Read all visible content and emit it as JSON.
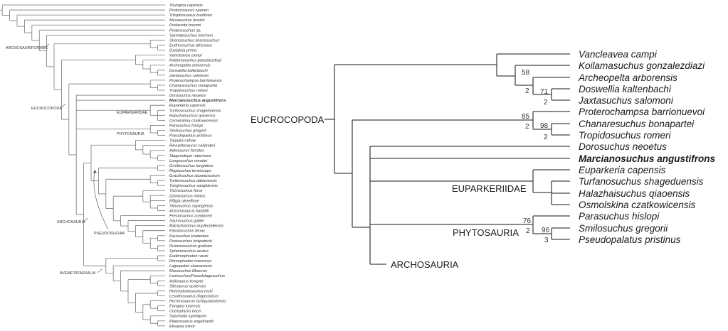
{
  "left": {
    "tree": [
      "Youngina capensis",
      [
        "Protorosaurus speneri",
        [
          "Trilophosaurus buettneri",
          [
            "Mesosuchus browni",
            [
              "Prolacerta broomi",
              [
                "Proterosuchus sp.",
                [
                  "Sarmatosuchus otschevi",
                  [
                    [
                      "Shansisuchus shansisuchus",
                      [
                        "Erythrosuchus africanus",
                        "Garjainia prima"
                      ]
                    ],
                    [
                      [
                        "Vancleavea campi",
                        [
                          "Koilamasuchus gonzalezdiazi",
                          [
                            "Archeopelta arborensis",
                            [
                              "Doswellia kaltenbachi",
                              "Jaxtasuchus salomoni"
                            ]
                          ]
                        ]
                      ],
                      [
                        [
                          "Proterochampsa barrionuevoi",
                          [
                            "Chanaresuchus bonapartei",
                            "Tropidosuchus romeri"
                          ]
                        ],
                        [
                          "Dorosuchus neoetus",
                          "Marcianosuchus angustifrons",
                          [
                            "Euparkeria capensis",
                            [
                              "Turfanosuchus shageduensis",
                              "Halazhaisuchus qiaoensis",
                              "Osmolskina czatkowicensis"
                            ]
                          ],
                          [
                            "Parasuchus hislopi",
                            [
                              "Smilosuchus gregorii",
                              "Pseudopalatus pristinus"
                            ]
                          ],
                          [
                            [
                              [
                                "Tarjadia ruthae",
                                [
                                  "Revueltosaurus callenderi",
                                  [
                                    "Aetosaurus ferratus",
                                    [
                                      "Stagonolepis robertsoni",
                                      "Longosuchus meadei"
                                    ]
                                  ]
                                ]
                              ],
                              [
                                [
                                  "Ornithosuchus longidens",
                                  "Riojasuchus tenuisceps"
                                ],
                                [
                                  [
                                    "Gracilisuchus stipanicicorum",
                                    [
                                      "Turfanosuchus dabanensis",
                                      "Yonghesuchus sangbiensis"
                                    ]
                                  ],
                                  [
                                    [
                                      "Ticinosuchus ferox",
                                      [
                                        "Qianosuchus mixtus",
                                        "Effigia okeeffeae",
                                        [
                                          "Xilousuchus sapingensis",
                                          "Arizonasaurus babbitti"
                                        ]
                                      ]
                                    ],
                                    [
                                      "Prestosuchus combined",
                                      [
                                        "Saurosuchus galilei",
                                        [
                                          "Batrachotomus kupferzellensis",
                                          [
                                            "Fasolasuchus tenax",
                                            [
                                              [
                                                "Rauisuchus tiradentes",
                                                "Postosuchus kirkpatricki"
                                              ],
                                              [
                                                "Dromicosuchus grallator",
                                                "Sphenosuchus acutus"
                                              ]
                                            ]
                                          ]
                                        ]
                                      ]
                                    ]
                                  ]
                                ]
                              ]
                            ],
                            [
                              [
                                "Eudimorphodon ranzii",
                                "Dimorphodon macronyx"
                              ],
                              [
                                "Lagerpeton chanarensis",
                                [
                                  "Marasuchus lilloensis",
                                  [
                                    [
                                      "Lewisuchus/Pseudolagosuchus",
                                      [
                                        "Asilisaurus kongwe",
                                        "Silesaurus opolensis"
                                      ]
                                    ],
                                    [
                                      [
                                        "Heterodontosaurus tucki",
                                        "Lesothosaurus diagnosticus"
                                      ],
                                      [
                                        [
                                          "Herrerasaurus ischigualastensis",
                                          [
                                            "Eoraptor lunensis",
                                            "Coelophysis bauri"
                                          ]
                                        ],
                                        [
                                          "Saturnalia tupiniquim",
                                          [
                                            "Plateosaurus engelhardti",
                                            "Efraasia minor"
                                          ]
                                        ]
                                      ]
                                    ]
                                  ]
                                ]
                              ]
                            ]
                          ]
                        ]
                      ]
                    ]
                  ]
                ]
              ]
            ]
          ]
        ]
      ]
    ],
    "bold_taxon": "Marcianosuchus angustifrons",
    "clades": {
      "archosauriformes": "ARCHOSAURIFORMES",
      "eucrocopoda": "EUCROCOPODA",
      "euparkeriidae": "EUPARKERIIDAE",
      "phytosauria": "PHYTOSAURIA",
      "archosauria": "ARCHOSAURIA",
      "pseudosuchia": "PSEUDOSUCHIA",
      "avemetatarsalia": "AVEMETATARSALIA"
    }
  },
  "right": {
    "taxa": [
      "Vancleavea campi",
      "Koilamasuchus gonzalezdiazi",
      "Archeopelta arborensis",
      "Doswellia kaltenbachi",
      "Jaxtasuchus salomoni",
      "Proterochampsa barrionuevoi",
      "Chanaresuchus bonapartei",
      "Tropidosuchus romeri",
      "Dorosuchus neoetus",
      "Marcianosuchus angustifrons",
      "Euparkeria capensis",
      "Turfanosuchus shageduensis",
      "Halazhaisuchus qiaoensis",
      "Osmolskina czatkowicensis",
      "Parasuchus hislopi",
      "Smilosuchus gregorii",
      "Pseudopalatus pristinus"
    ],
    "clades": {
      "eucrocopoda": "EUCROCOPODA",
      "euparkeriidae": "EUPARKERIIDAE",
      "phytosauria": "PHYTOSAURIA",
      "archosauria": "ARCHOSAURIA"
    },
    "support": {
      "archeopelta_bootstrap": "58",
      "archeopelta_bremer": "2",
      "doswellia_bootstrap": "71",
      "doswellia_bremer": "2",
      "proterochampsa_bootstrap": "85",
      "proterochampsa_bremer": "2",
      "chanaresuchus_bootstrap": "98",
      "chanaresuchus_bremer": "2",
      "phytosauria_bootstrap": "76",
      "phytosauria_bremer": "2",
      "smilosuchus_bootstrap": "96",
      "smilosuchus_bremer": "3"
    }
  }
}
